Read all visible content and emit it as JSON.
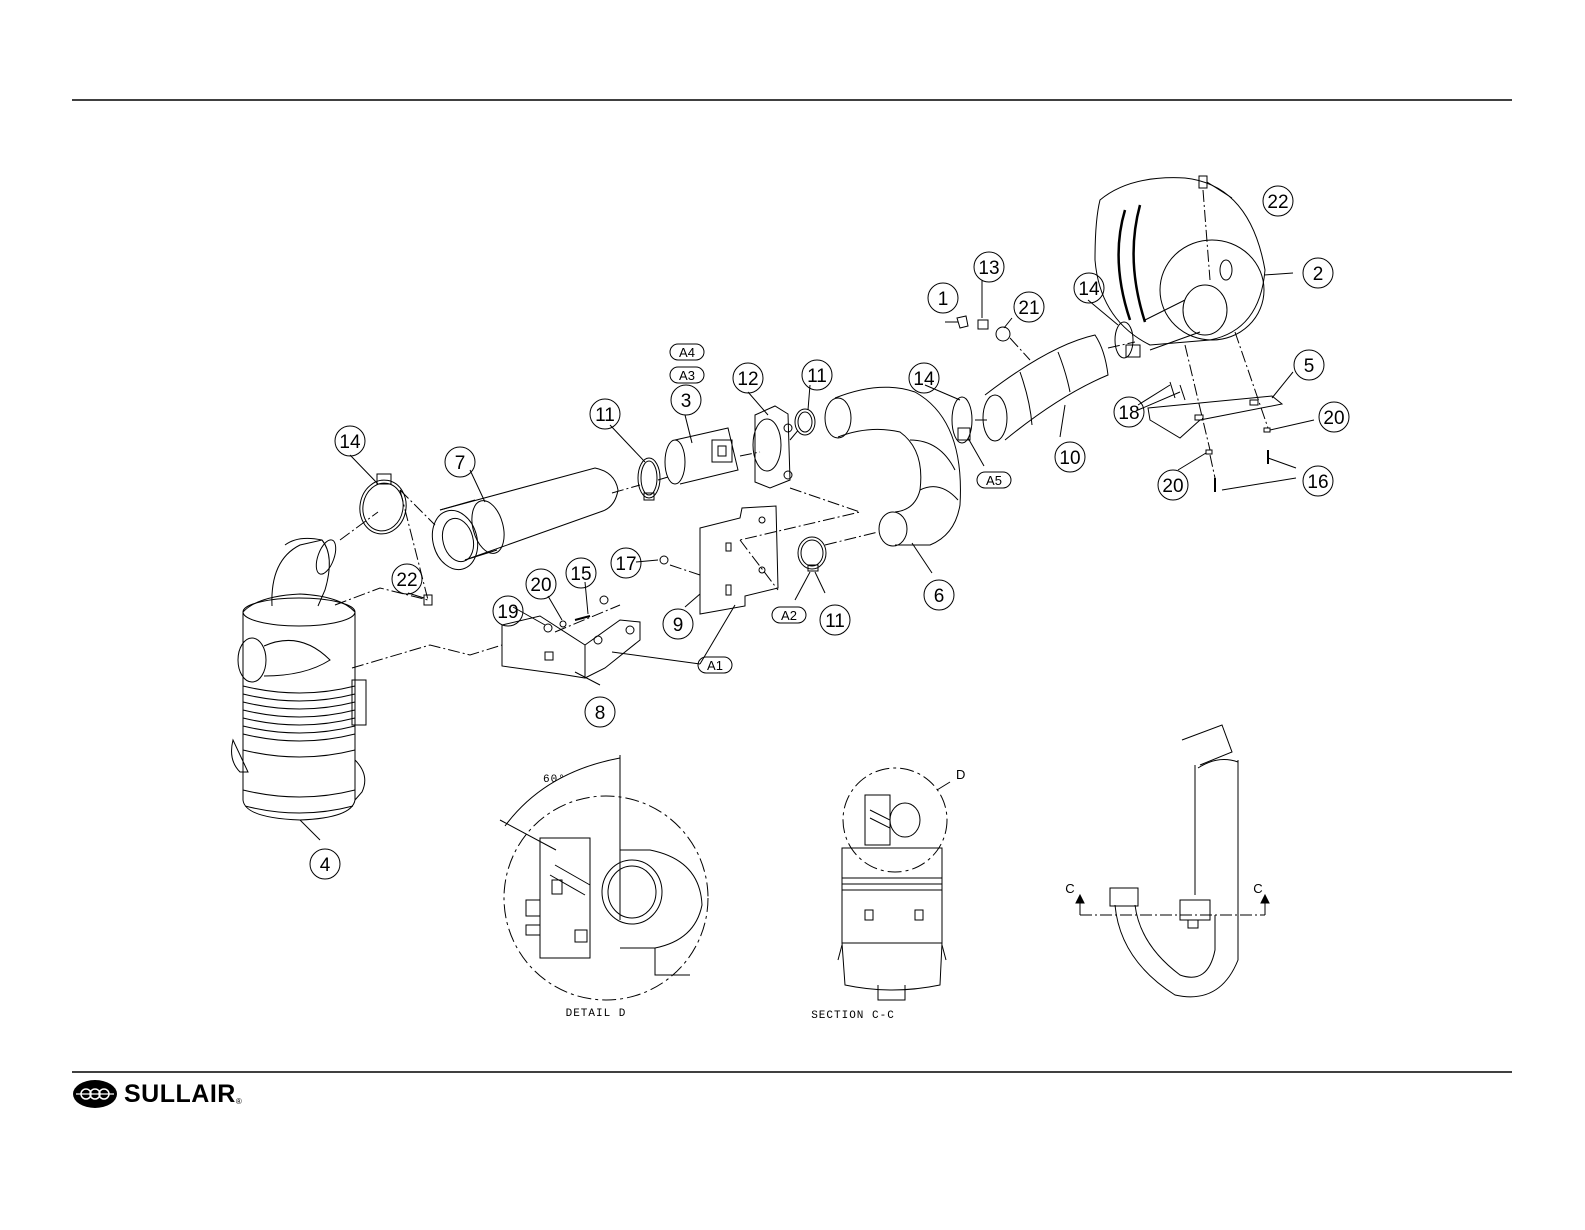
{
  "diagram": {
    "callouts": [
      "1",
      "2",
      "3",
      "4",
      "5",
      "6",
      "7",
      "8",
      "9",
      "10",
      "11",
      "11",
      "11",
      "12",
      "13",
      "14",
      "14",
      "14",
      "15",
      "16",
      "17",
      "18",
      "19",
      "20",
      "20",
      "20",
      "21",
      "22",
      "22"
    ],
    "assembly_tags": [
      "A1",
      "A2",
      "A3",
      "A4",
      "A5"
    ],
    "angle_label": "60°",
    "detail_ref": "D",
    "section_ref_left": "C",
    "section_ref_right": "C",
    "caption_detail": "DETAIL D",
    "caption_section": "SECTION C-C"
  },
  "brand": {
    "name": "SULLAIR",
    "reg": "®"
  }
}
